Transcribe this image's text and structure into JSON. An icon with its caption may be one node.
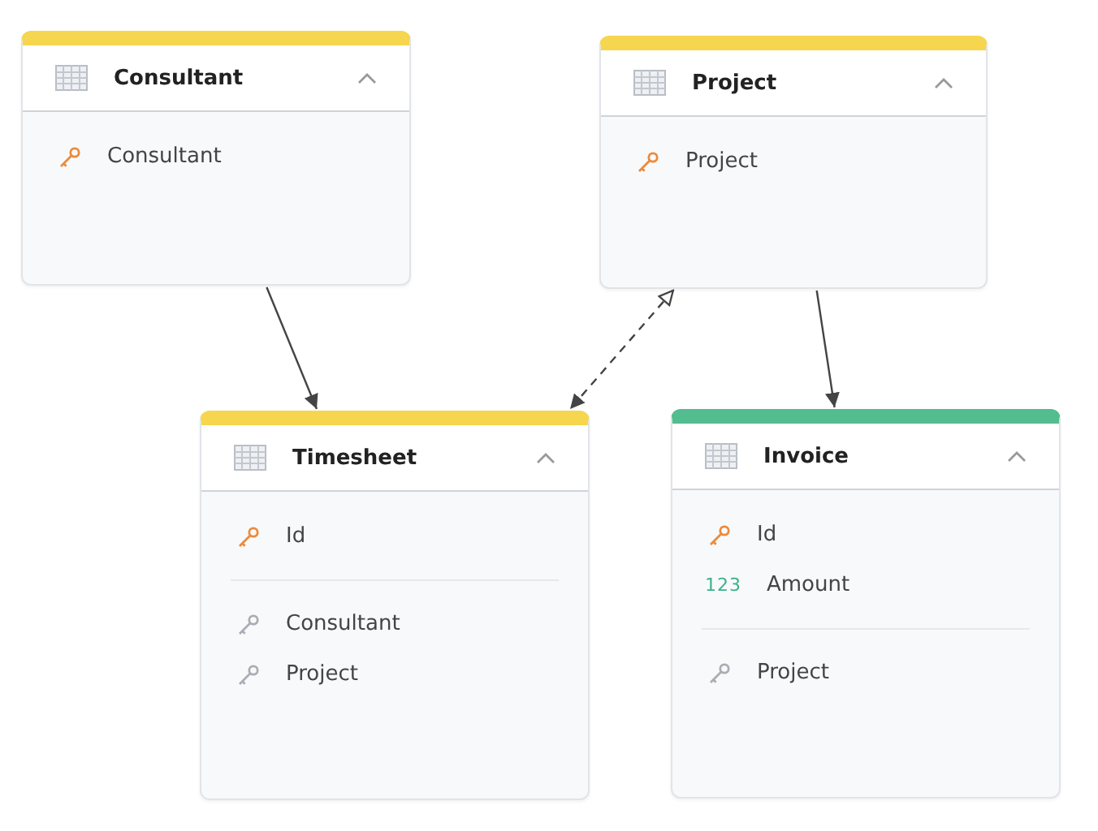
{
  "diagram": {
    "nodes": [
      {
        "text": [
          "Consultant",
          "Consultant"
        ]
      },
      {
        "text": [
          "Project",
          "Project"
        ]
      },
      {
        "text": [
          "Timesheet",
          "Id",
          "Consultant",
          "Project"
        ]
      },
      {
        "text": [
          "Invoice",
          "Id",
          "123",
          "Amount",
          "Project"
        ]
      }
    ],
    "edges": [
      {
        "from": 0,
        "to": 2,
        "arrow": "to"
      },
      {
        "from": 1,
        "to": 2,
        "arrow": "both",
        "style": "dashed"
      },
      {
        "from": 1,
        "to": 3,
        "arrow": "to"
      }
    ]
  }
}
